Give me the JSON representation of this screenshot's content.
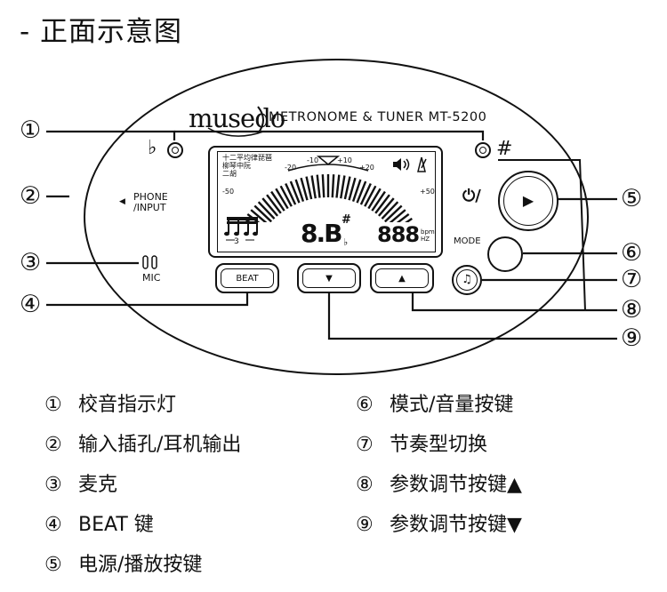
{
  "header": {
    "title": "- 正面示意图"
  },
  "device": {
    "brand": "musedo",
    "model": "METRONOME & TUNER MT-5200",
    "flat_symbol": "♭",
    "sharp_symbol": "#",
    "phone_input": [
      "PHONE",
      "/INPUT"
    ],
    "mic_label": "MIC",
    "mode_label": "MODE",
    "beat_label": "BEAT",
    "power_label": "⏻/",
    "lcd": {
      "chinese_text": [
        "十二平均律琵琶",
        "柳琴中阮",
        "二胡"
      ],
      "scale_labels": [
        "-50",
        "-20",
        "-10",
        "+10",
        "+20",
        "+50"
      ],
      "note": "8.B",
      "sharp": "#",
      "flat": "♭",
      "bpm_value": "888",
      "bpm_unit": "bpm",
      "hz_unit": "HZ",
      "triplet": "3"
    }
  },
  "callouts": [
    "①",
    "②",
    "③",
    "④",
    "⑤",
    "⑥",
    "⑦",
    "⑧",
    "⑨"
  ],
  "legend": {
    "left": [
      {
        "num": "①",
        "text": "校音指示灯"
      },
      {
        "num": "②",
        "text": "输入插孔/耳机输出"
      },
      {
        "num": "③",
        "text": "麦克"
      },
      {
        "num": "④",
        "text": "BEAT 键"
      },
      {
        "num": "⑤",
        "text": "电源/播放按键"
      }
    ],
    "right": [
      {
        "num": "⑥",
        "text": "模式/音量按键"
      },
      {
        "num": "⑦",
        "text": "节奏型切换"
      },
      {
        "num": "⑧",
        "text": "参数调节按键▲"
      },
      {
        "num": "⑨",
        "text": "参数调节按键▼"
      }
    ]
  }
}
